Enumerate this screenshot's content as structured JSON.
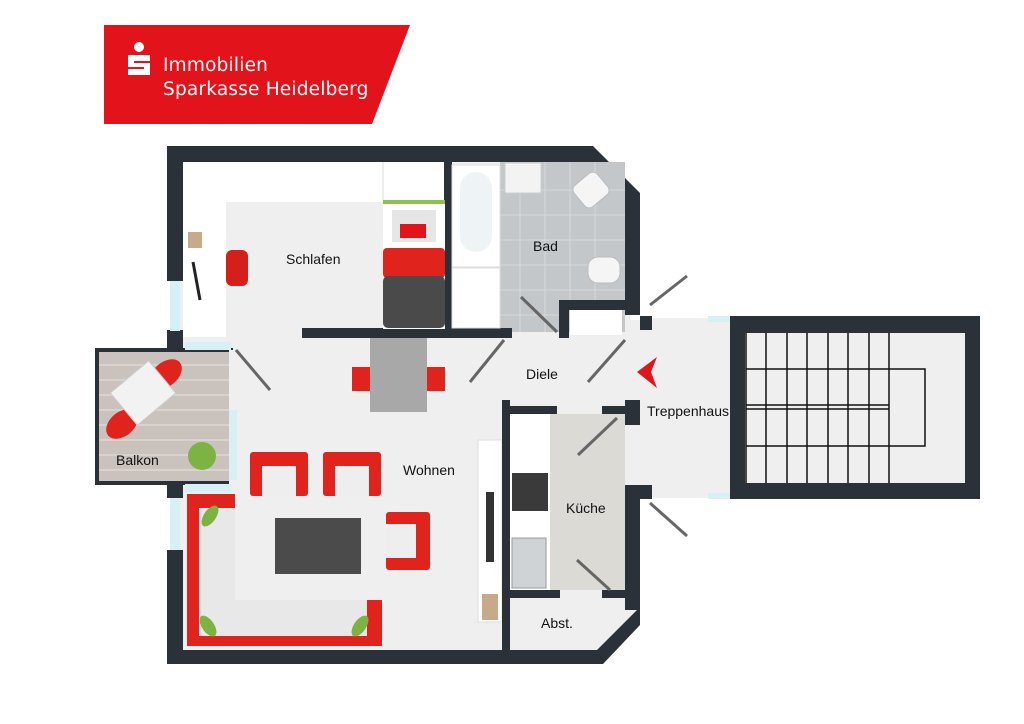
{
  "logo": {
    "line1": "Immobilien",
    "line2": "Sparkasse Heidelberg",
    "color": "#e3131b"
  },
  "floorplan": {
    "rooms": [
      {
        "id": "schlafen",
        "label": "Schlafen"
      },
      {
        "id": "bad",
        "label": "Bad"
      },
      {
        "id": "diele",
        "label": "Diele"
      },
      {
        "id": "treppenhaus",
        "label": "Treppenhaus"
      },
      {
        "id": "balkon",
        "label": "Balkon"
      },
      {
        "id": "wohnen",
        "label": "Wohnen"
      },
      {
        "id": "kueche",
        "label": "Küche"
      },
      {
        "id": "abst",
        "label": "Abst."
      }
    ],
    "colors": {
      "wall": "#2b3138",
      "floor": "#efefef",
      "furniture_accent": "#e0231c",
      "tile": "#c4c7ca",
      "kitchen_tile": "#dcdad5",
      "balcony_deck": "#c9c2bd",
      "window": "#d6f1f5",
      "entrance_arrow": "#e3131b"
    }
  }
}
